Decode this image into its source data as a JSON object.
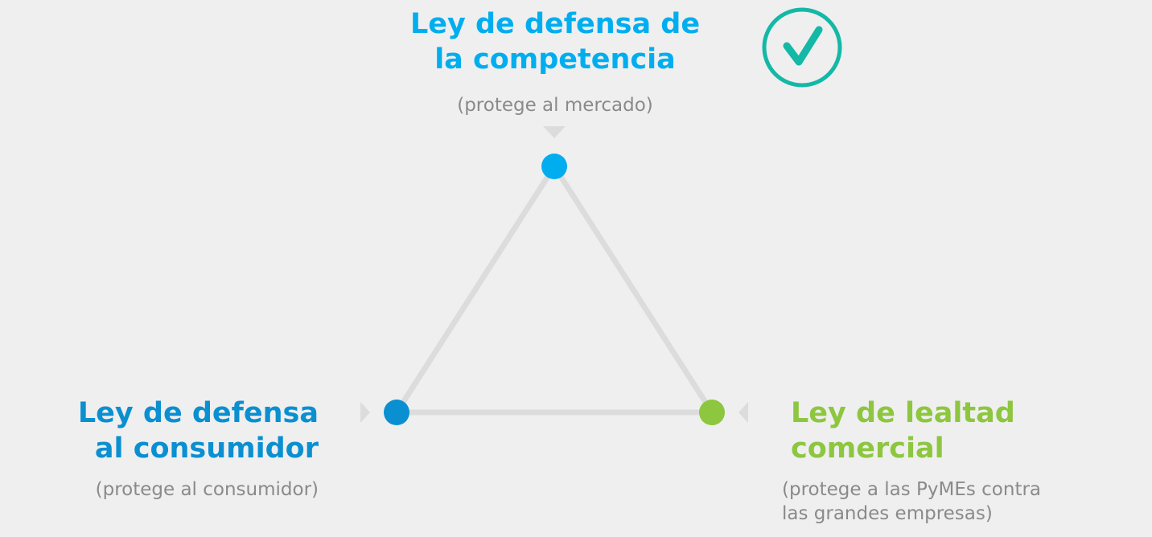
{
  "top": {
    "title_line1": "Ley de defensa de",
    "title_line2": "la competencia",
    "subtitle": "(protege al mercado)",
    "color": "#00aeef"
  },
  "left": {
    "title_line1": "Ley de defensa",
    "title_line2": "al consumidor",
    "subtitle": "(protege al consumidor)",
    "color": "#0a8fd1"
  },
  "right": {
    "title_line1": "Ley de lealtad",
    "title_line2": "comercial",
    "subtitle_line1": "(protege a las PyMEs contra",
    "subtitle_line2": "las grandes empresas)",
    "color": "#8dc63f"
  },
  "check_badge": {
    "icon": "checkmark-circle-icon",
    "color": "#14b8a6"
  },
  "connector_color": "#dcdcdc",
  "subtitle_color": "#8a8a8a"
}
